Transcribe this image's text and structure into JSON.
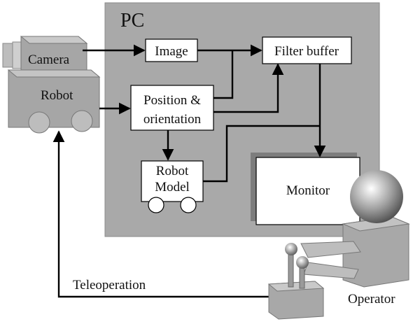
{
  "pc": {
    "label": "PC"
  },
  "camera": {
    "label": "Camera"
  },
  "robot": {
    "label": "Robot"
  },
  "blocks": {
    "image": "Image",
    "filter_buffer": "Filter buffer",
    "position_line1": "Position &",
    "position_line2": "orientation",
    "robot_model_line1": "Robot",
    "robot_model_line2": "Model",
    "monitor": "Monitor"
  },
  "teleoperation": {
    "label": "Teleoperation"
  },
  "operator": {
    "label": "Operator"
  },
  "colors": {
    "pc_panel": "#a9a9a9",
    "robot_body": "#a6a6a6",
    "arrows": "#000000",
    "block_fill": "#ffffff"
  }
}
